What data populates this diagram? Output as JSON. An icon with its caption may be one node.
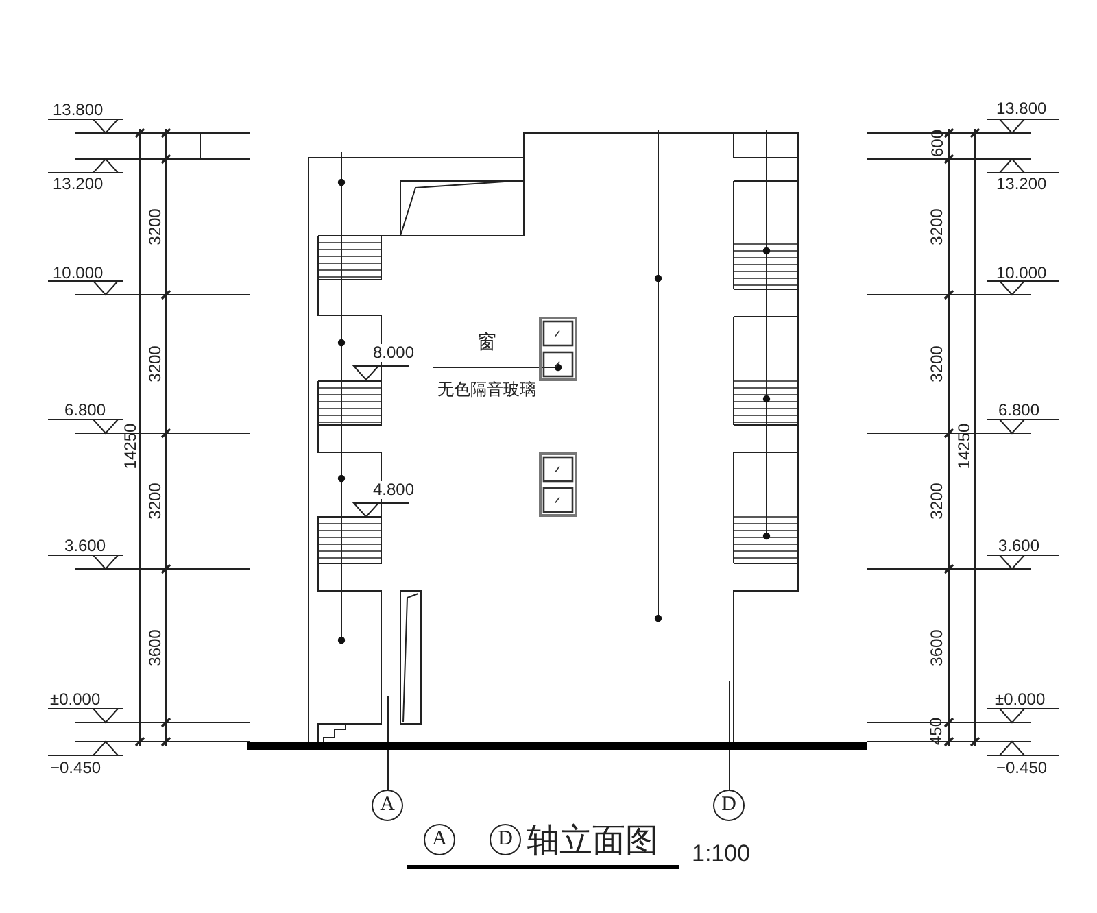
{
  "diagram": {
    "nodes": [
      {
        "text": [
          "窗",
          "无色隔音玻璃"
        ]
      },
      {
        "text": [],
        "shape": "box"
      },
      {
        "text": [],
        "shape": "box"
      },
      {
        "text": [
          "A"
        ]
      },
      {
        "text": [
          "D"
        ]
      },
      {
        "text": [
          "A"
        ]
      },
      {
        "text": [
          "D"
        ]
      }
    ],
    "edges": [
      {
        "from": 0,
        "to": 1,
        "arrow": "other"
      }
    ],
    "labels": [
      "13.800",
      "13.800",
      "600",
      "13.200",
      "13.200",
      "3200",
      "3200",
      "10.000",
      "10.000",
      "8.000",
      "3200",
      "3200",
      "6.800",
      "14250",
      "14250",
      "6.800",
      "4.800",
      "3200",
      "3200",
      "3.600",
      "3.600",
      "3600",
      "3600",
      "±0.000",
      "±0.000",
      "450",
      "−0.450",
      "−0.450",
      "轴立面图",
      "1:100"
    ]
  }
}
